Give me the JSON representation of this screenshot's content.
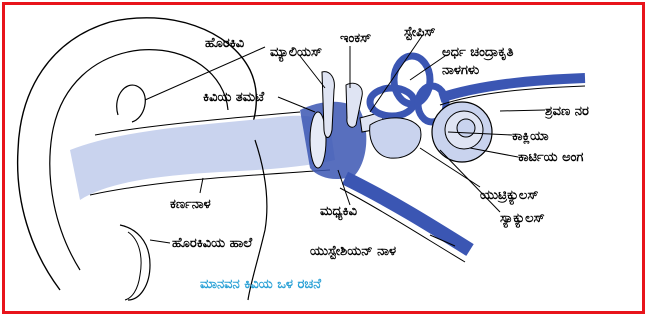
{
  "diagram": {
    "labels": {
      "outer_ear": "ಹೊರಕಿವಿ",
      "malleus": "ಮ್ಯಾಲಿಯಸ್",
      "incus": "ಇಂಕಸ್",
      "stapes": "ಸ್ಟೇಪಿಸ್",
      "semicircular_canals_1": "ಅರ್ಧ ಚಂದ್ರಾಕೃತಿ",
      "semicircular_canals_2": "ನಾಳಗಳು",
      "eardrum": "ಕಿವಿಯ ತಮಟೆ",
      "auditory_nerve": "ಶ್ರವಣ ನರ",
      "cochlea": "ಕಾಕ್ಲಿಯಾ",
      "organ_of_corti": "ಕಾರ್ಟಿಯ ಅಂಗ",
      "ear_canal": "ಕರ್ಣನಾಳ",
      "middle_ear": "ಮಧ್ಯಕಿವಿ",
      "utriculus": "ಯುಟ್ರಿಕ್ಯುಲಸ್",
      "sacculus": "ಸ್ಯಾಕ್ಯುಲಸ್",
      "pinna": "ಹೊರಕಿವಿಯ ಹಾಲೆ",
      "eustachian_tube": "ಯುಸ್ಟೇಶಿಯನ್ ನಾಳ"
    },
    "caption": "ಮಾನವನ ಕಿವಿಯ ಒಳ ರಚನೆ",
    "colors": {
      "frame": "#e8141b",
      "fill_light": "#c9d3ee",
      "fill_dark": "#3b56b3",
      "caption": "#2aa1d6"
    }
  }
}
